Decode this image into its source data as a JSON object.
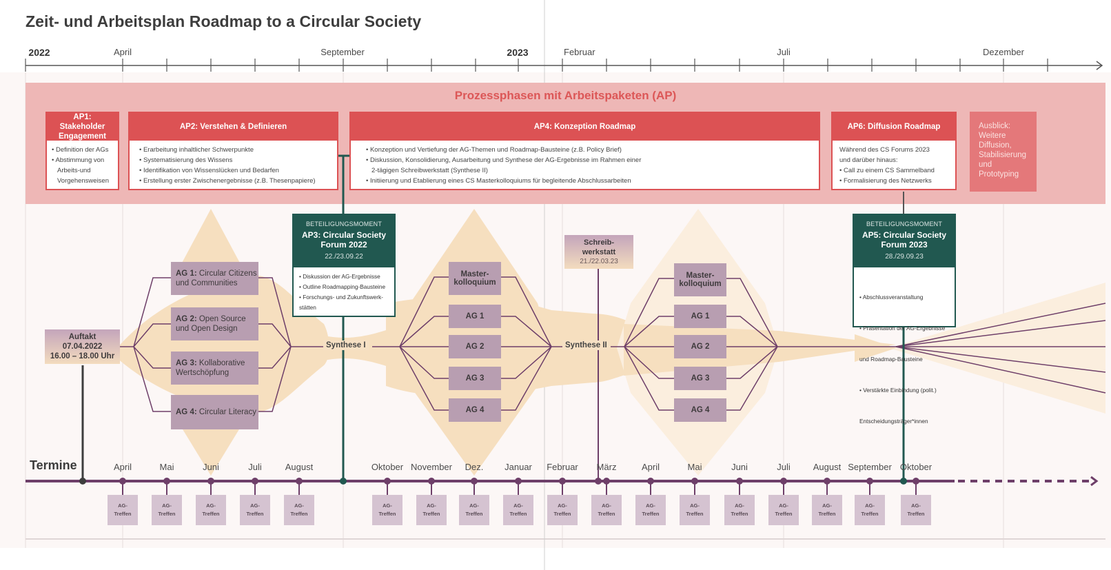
{
  "title": "Zeit- und Arbeitsplan Roadmap to a Circular Society",
  "top_timeline": {
    "labels": [
      {
        "text": "2022",
        "year": true
      },
      {
        "text": "April",
        "year": false
      },
      {
        "text": "September",
        "year": false
      },
      {
        "text": "2023",
        "year": true
      },
      {
        "text": "Februar",
        "year": false
      },
      {
        "text": "Juli",
        "year": false
      },
      {
        "text": "Dezember",
        "year": false
      }
    ]
  },
  "phases": {
    "band_title": "Prozessphasen mit Arbeitspaketen (AP)",
    "ap1": {
      "title": "AP1: Stakeholder Engagement",
      "items": [
        "• Definition der AGs",
        "• Abstimmung von",
        "  Arbeits-und",
        "  Vorgehensweisen"
      ]
    },
    "ap2": {
      "title": "AP2: Verstehen & Definieren",
      "items": [
        "• Erarbeitung inhaltlicher Schwerpunkte",
        "• Systematisierung des Wissens",
        "• Identifikation von Wissenslücken und Bedarfen",
        "• Erstellung erster Zwischenergebnisse (z.B. Thesenpapiere)"
      ]
    },
    "ap4": {
      "title": "AP4: Konzeption Roadmap",
      "items": [
        "• Konzeption und Vertiefung der AG-Themen und Roadmap-Bausteine (z.B. Policy Brief)",
        "• Diskussion, Konsolidierung, Ausarbeitung und Synthese der AG-Ergebnisse im Rahmen einer",
        "  2-tägigen Schreibwerkstatt (Synthese II)",
        "• Initiierung und Etablierung eines CS Masterkolloquiums für begleitende Abschlussarbeiten"
      ]
    },
    "ap6": {
      "title": "AP6: Diffusion Roadmap",
      "items": [
        "Während des CS Forums 2023",
        "und darüber hinaus:",
        "• Call zu einem CS Sammelband",
        "• Formalisierung des Netzwerks"
      ]
    },
    "ausblick": [
      "Ausblick:",
      "Weitere",
      "Diffusion,",
      "Stabilisierung",
      "und",
      "Prototyping"
    ]
  },
  "forums": {
    "ap3": {
      "kicker": "BETEILIGUNGSMOMENT",
      "name_1": "AP3: Circular Society",
      "name_2": "Forum 2022",
      "date": "22./23.09.22",
      "items": [
        "• Diskussion der AG-Ergebnisse",
        "• Outline Roadmapping-Bausteine",
        "• Forschungs- und Zukunftswerk-",
        "stätten"
      ]
    },
    "ap5": {
      "kicker": "BETEILIGUNGSMOMENT",
      "name_1": "AP5: Circular Society",
      "name_2": "Forum 2023",
      "date": "28./29.09.23",
      "items": [
        "• Abschlussveranstaltung",
        "•  Präsentation der AG-Ergebnisse",
        "   und Roadmap-Bausteine",
        "• Verstärkte Einbindung (polit.)",
        "  Entscheidungsträger*innen"
      ]
    }
  },
  "auftakt": {
    "line1": "Auftakt",
    "line2": "07.04.2022",
    "line3": "16.00 – 18.00 Uhr"
  },
  "schreibwerkstatt": {
    "line1": "Schreib-",
    "line2": "werkstatt",
    "date": "21./22.03.23"
  },
  "phase1_ags": [
    {
      "bold": "AG 1:",
      "rest_1": " Circular Citizens",
      "rest_2": "und Communities"
    },
    {
      "bold": "AG 2:",
      "rest_1": " Open Source",
      "rest_2": "und Open Design"
    },
    {
      "bold": "AG 3:",
      "rest_1": " Kollaborative",
      "rest_2": "Wertschöpfung"
    },
    {
      "bold": "AG 4:",
      "rest_1": " Circular Literacy",
      "rest_2": ""
    }
  ],
  "phase2_groups": [
    "Master-\nkolloquium",
    "AG 1",
    "AG 2",
    "AG 3",
    "AG 4"
  ],
  "phase3_groups": [
    "Master-\nkolloquium",
    "AG 1",
    "AG 2",
    "AG 3",
    "AG 4"
  ],
  "synthese": {
    "one": "Synthese I",
    "two": "Synthese II"
  },
  "termine": {
    "label": "Termine",
    "months": [
      "April",
      "Mai",
      "Juni",
      "Juli",
      "August",
      "Oktober",
      "November",
      "Dez.",
      "Januar",
      "Februar",
      "März",
      "April",
      "Mai",
      "Juni",
      "Juli",
      "August",
      "September",
      "Oktober"
    ],
    "meeting_label": "AG-\nTreffen"
  },
  "colors": {
    "accent_red": "#dc5254",
    "band_pink": "#eeb7b6",
    "forum_green": "#215850",
    "purple_line": "#6e3f69",
    "ag_box": "#b89eb1",
    "flow_beige": "#f6dfbf"
  }
}
